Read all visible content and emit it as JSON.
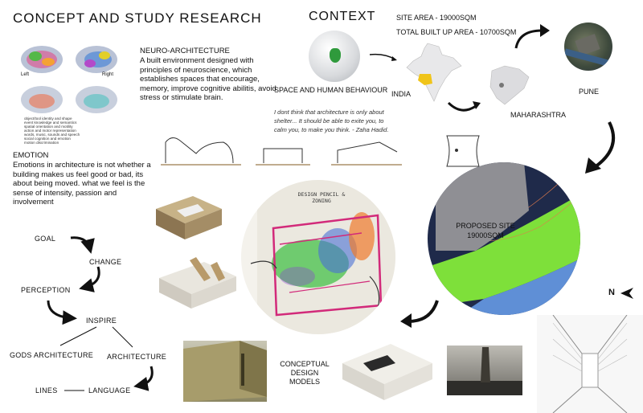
{
  "left": {
    "title": "CONCEPT AND STUDY RESEARCH",
    "neuro": {
      "heading": "NEURO-ARCHITECTURE",
      "body": "A built environment designed with principles of neuroscience, which establishes spaces that encourage, memory, improve cognitive abilitis, avoid stress or stimulate brain."
    },
    "brain_labels": {
      "left": "Left",
      "right": "Right"
    },
    "legend": [
      "object/tool identity and shape",
      "event knowledge and semantics",
      "spatial orientation and motility",
      "action and motor representation",
      "words, music, sounds and speech",
      "social cognition and emotion",
      "motion discrimination"
    ],
    "emotion": {
      "heading": "EMOTION",
      "body": "Emotions in architecture is not whether a building makes us feel good or bad, its about being moved. what we feel is the sense of intensity, passion and involvement"
    },
    "flow": {
      "goal": "GOAL",
      "change": "CHANGE",
      "perception": "PERCEPTION",
      "inspire": "INSPIRE",
      "gods": "GODS ARCHITECTURE",
      "architecture": "ARCHITECTURE",
      "lines": "LINES",
      "language": "LANGUAGE"
    }
  },
  "context": {
    "title": "CONTEXT",
    "site_area": "SITE AREA - 19000SQM",
    "built_up": "TOTAL BUILT UP AREA - 10700SQM",
    "india": "INDIA",
    "maharashtra": "MAHARASHTRA",
    "pune": "PUNE",
    "space": "SPACE AND HUMAN BEHAVIOUR",
    "quote": "I dont think that architecture is only about shelter... It should be able to exite you, to calm you, to make you think. - Zaha Hadid.",
    "proposed": "PROPOSED SITE",
    "proposed_area": "19000SQM",
    "north": "N",
    "models": "CONCEPTUAL DESIGN MODELS",
    "sketch_title": "DESIGN PENCIL & ZONING"
  },
  "colors": {
    "site_green": "#7ee03a",
    "site_blue": "#5f8fd6",
    "site_dark": "#1f2a4a",
    "site_grey": "#8f8f94",
    "india_highlight": "#f0c419",
    "zone_green": "#46c24a",
    "zone_blue": "#4a6fd6",
    "zone_orange": "#f07a2c",
    "zone_magenta": "#d22a7a"
  }
}
